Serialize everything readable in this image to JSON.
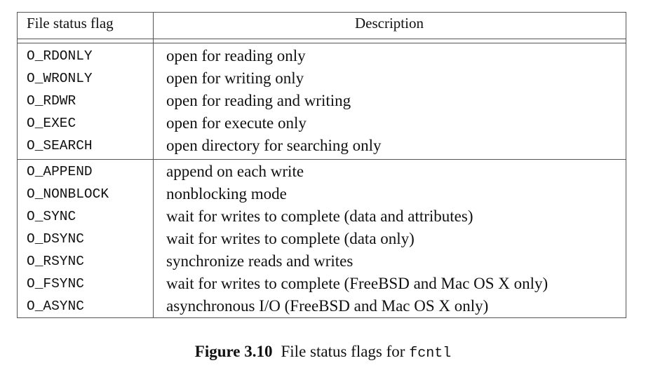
{
  "table": {
    "headers": [
      "File status flag",
      "Description"
    ],
    "groups": [
      [
        {
          "flag": "O_RDONLY",
          "desc": "open for reading only"
        },
        {
          "flag": "O_WRONLY",
          "desc": "open for writing only"
        },
        {
          "flag": "O_RDWR",
          "desc": "open for reading and writing"
        },
        {
          "flag": "O_EXEC",
          "desc": "open for execute only"
        },
        {
          "flag": "O_SEARCH",
          "desc": "open directory for searching only"
        }
      ],
      [
        {
          "flag": "O_APPEND",
          "desc": "append on each write"
        },
        {
          "flag": "O_NONBLOCK",
          "desc": "nonblocking mode"
        },
        {
          "flag": "O_SYNC",
          "desc": "wait for writes to complete (data and attributes)"
        },
        {
          "flag": "O_DSYNC",
          "desc": "wait for writes to complete (data only)"
        },
        {
          "flag": "O_RSYNC",
          "desc": "synchronize reads and writes"
        },
        {
          "flag": "O_FSYNC",
          "desc": "wait for writes to complete (FreeBSD and Mac OS X only)"
        },
        {
          "flag": "O_ASYNC",
          "desc": "asynchronous I/O (FreeBSD and Mac OS X only)"
        }
      ]
    ]
  },
  "caption": {
    "label": "Figure 3.10",
    "text": "File status flags for ",
    "code": "fcntl"
  }
}
